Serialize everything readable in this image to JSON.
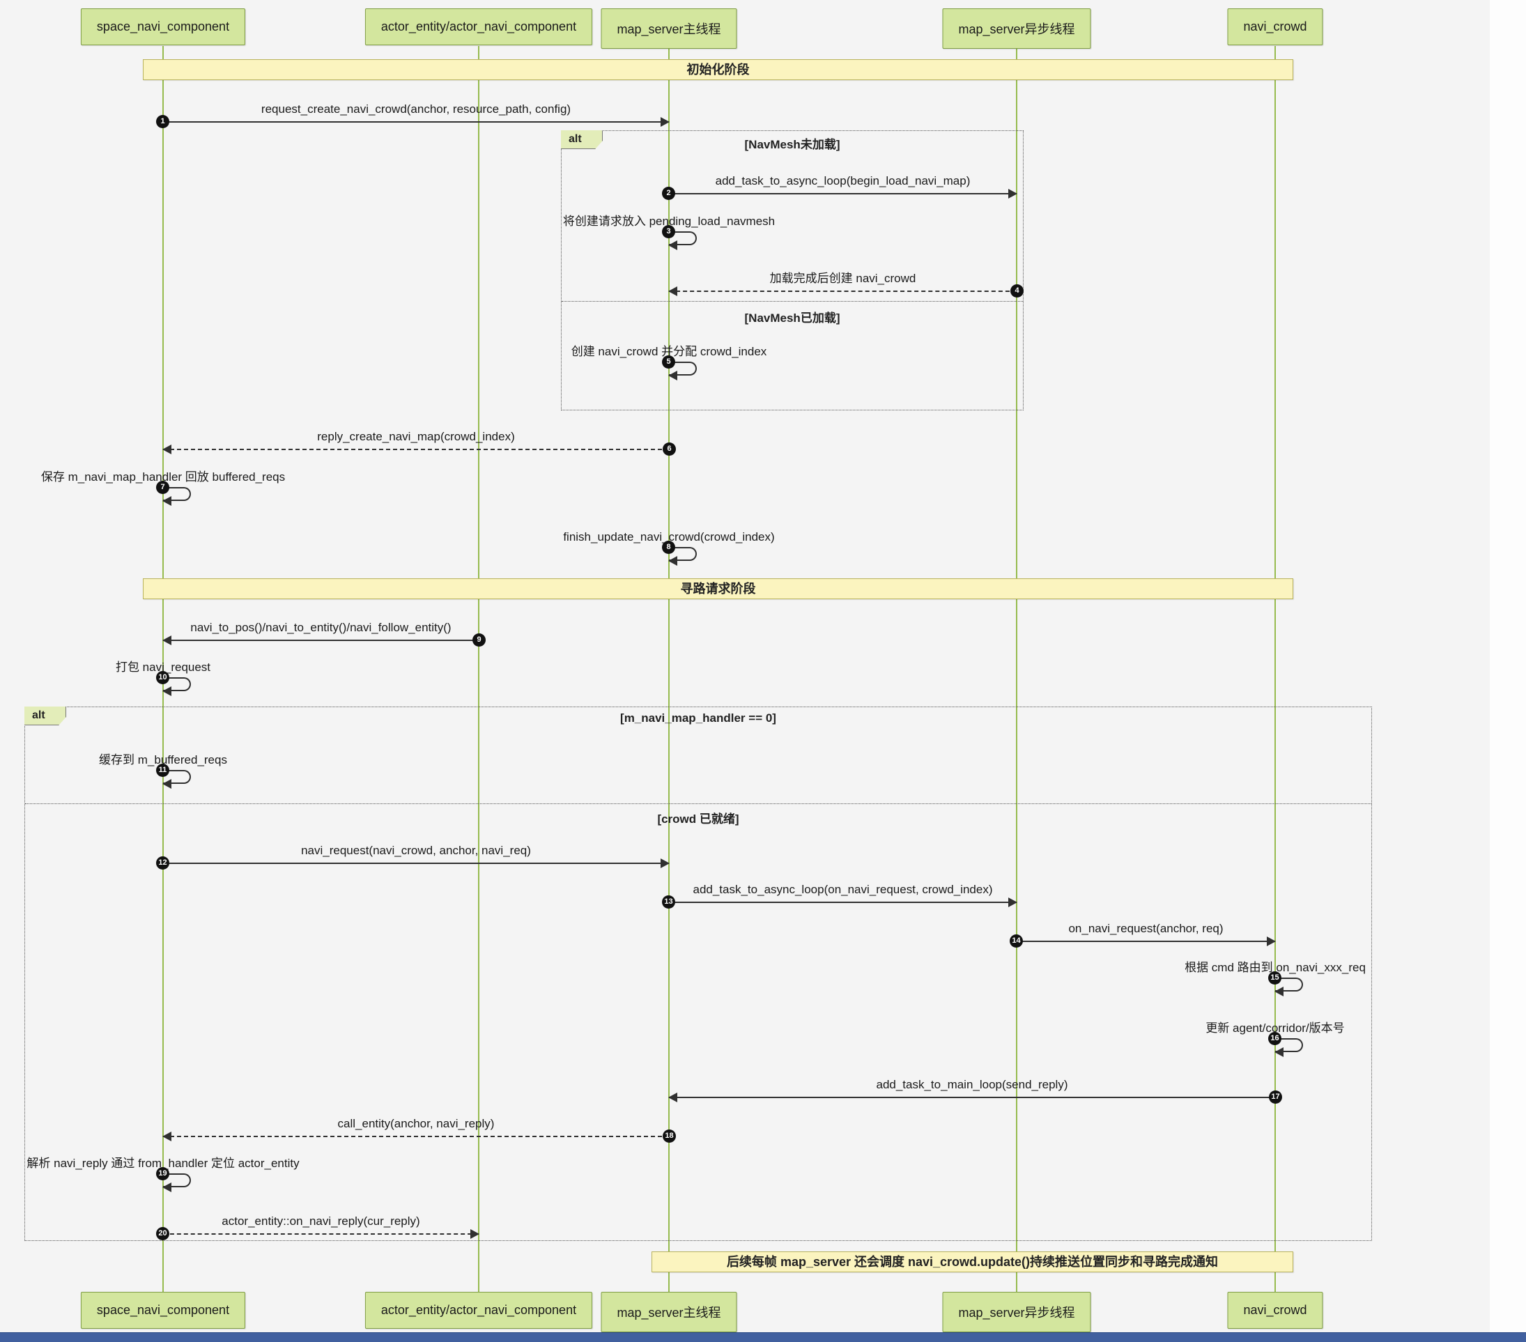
{
  "participants": [
    {
      "name": "space_navi_component"
    },
    {
      "name": "actor_entity/actor_navi_component"
    },
    {
      "name": "map_server主线程"
    },
    {
      "name": "map_server异步线程"
    },
    {
      "name": "navi_crowd"
    }
  ],
  "dividers": [
    {
      "label": "初始化阶段"
    },
    {
      "label": "寻路请求阶段"
    }
  ],
  "fragments": [
    {
      "operator": "alt",
      "conditions": [
        "[NavMesh未加载]",
        "[NavMesh已加载]"
      ]
    },
    {
      "operator": "alt",
      "conditions": [
        "[m_navi_map_handler == 0]",
        "[crowd 已就绪]"
      ]
    }
  ],
  "messages": [
    {
      "num": "1",
      "label": "request_create_navi_crowd(anchor, resource_path, config)",
      "from": "space_navi_component",
      "to": "map_server主线程",
      "kind": "solid"
    },
    {
      "num": "2",
      "label": "add_task_to_async_loop(begin_load_navi_map)",
      "from": "map_server主线程",
      "to": "map_server异步线程",
      "kind": "solid"
    },
    {
      "num": "3",
      "label": "将创建请求放入 pending_load_navmesh",
      "from": "map_server主线程",
      "to": "map_server主线程",
      "kind": "self"
    },
    {
      "num": "4",
      "label": "加载完成后创建 navi_crowd",
      "from": "map_server异步线程",
      "to": "map_server主线程",
      "kind": "dashed"
    },
    {
      "num": "5",
      "label": "创建 navi_crowd 并分配 crowd_index",
      "from": "map_server主线程",
      "to": "map_server主线程",
      "kind": "self"
    },
    {
      "num": "6",
      "label": "reply_create_navi_map(crowd_index)",
      "from": "map_server主线程",
      "to": "space_navi_component",
      "kind": "dashed"
    },
    {
      "num": "7",
      "label": "保存 m_navi_map_handler 回放 buffered_reqs",
      "from": "space_navi_component",
      "to": "space_navi_component",
      "kind": "self"
    },
    {
      "num": "8",
      "label": "finish_update_navi_crowd(crowd_index)",
      "from": "map_server主线程",
      "to": "map_server主线程",
      "kind": "self"
    },
    {
      "num": "9",
      "label": "navi_to_pos()/navi_to_entity()/navi_follow_entity()",
      "from": "actor_entity/actor_navi_component",
      "to": "space_navi_component",
      "kind": "solid"
    },
    {
      "num": "10",
      "label": "打包 navi_request",
      "from": "space_navi_component",
      "to": "space_navi_component",
      "kind": "self"
    },
    {
      "num": "11",
      "label": "缓存到 m_buffered_reqs",
      "from": "space_navi_component",
      "to": "space_navi_component",
      "kind": "self"
    },
    {
      "num": "12",
      "label": "navi_request(navi_crowd, anchor, navi_req)",
      "from": "space_navi_component",
      "to": "map_server主线程",
      "kind": "solid"
    },
    {
      "num": "13",
      "label": "add_task_to_async_loop(on_navi_request, crowd_index)",
      "from": "map_server主线程",
      "to": "map_server异步线程",
      "kind": "solid"
    },
    {
      "num": "14",
      "label": "on_navi_request(anchor, req)",
      "from": "map_server异步线程",
      "to": "navi_crowd",
      "kind": "solid"
    },
    {
      "num": "15",
      "label": "根据 cmd 路由到 on_navi_xxx_req",
      "from": "navi_crowd",
      "to": "navi_crowd",
      "kind": "self"
    },
    {
      "num": "16",
      "label": "更新 agent/corridor/版本号",
      "from": "navi_crowd",
      "to": "navi_crowd",
      "kind": "self"
    },
    {
      "num": "17",
      "label": "add_task_to_main_loop(send_reply)",
      "from": "navi_crowd",
      "to": "map_server主线程",
      "kind": "solid"
    },
    {
      "num": "18",
      "label": "call_entity(anchor, navi_reply)",
      "from": "map_server主线程",
      "to": "space_navi_component",
      "kind": "dashed"
    },
    {
      "num": "19",
      "label": "解析 navi_reply 通过 from_handler 定位 actor_entity",
      "from": "space_navi_component",
      "to": "space_navi_component",
      "kind": "self"
    },
    {
      "num": "20",
      "label": "actor_entity::on_navi_reply(cur_reply)",
      "from": "space_navi_component",
      "to": "actor_entity/actor_navi_component",
      "kind": "dashed"
    }
  ],
  "note": {
    "text": "后续每帧 map_server 还会调度 navi_crowd.update()持续推送位置同步和寻路完成通知"
  },
  "colors": {
    "participant_fill": "#d3e69e",
    "participant_border": "#7f9d45",
    "lifeline": "#96bb4e",
    "divider_fill": "#fbf4bf",
    "divider_border": "#b8b25e",
    "arrow": "#303030",
    "fragment_border": "#555555",
    "number_badge": "#111111",
    "canvas_background": "#f4f4f4",
    "bottom_bar": "#41609f"
  }
}
